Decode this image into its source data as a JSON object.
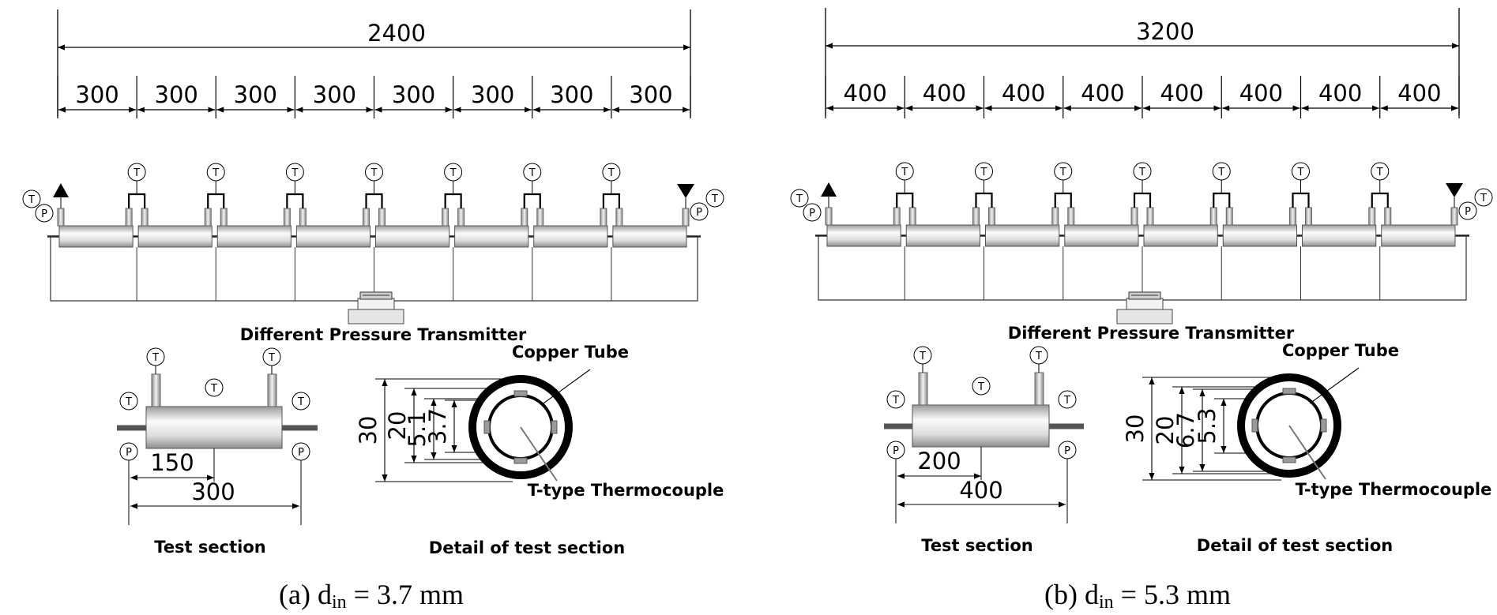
{
  "panels": [
    {
      "total_length": "2400",
      "segment_length": "300",
      "segment_count": 8,
      "dpt_label": "Different Pressure Transmitter",
      "test_section": {
        "title": "Test section",
        "half_length": "150",
        "full_length": "300"
      },
      "detail": {
        "title": "Detail of test section",
        "dims": [
          "30",
          "20",
          "5.1",
          "3.7"
        ],
        "copper_label": "Copper Tube",
        "thermocouple_label": "T-type Thermocouple"
      },
      "caption": {
        "prefix": "(a) d",
        "sub": "in",
        "suffix": " = 3.7 mm"
      }
    },
    {
      "total_length": "3200",
      "segment_length": "400",
      "segment_count": 8,
      "dpt_label": "Different Pressure Transmitter",
      "test_section": {
        "title": "Test section",
        "half_length": "200",
        "full_length": "400"
      },
      "detail": {
        "title": "Detail of test section",
        "dims": [
          "30",
          "20",
          "6.7",
          "5.3"
        ],
        "copper_label": "Copper Tube",
        "thermocouple_label": "T-type Thermocouple"
      },
      "caption": {
        "prefix": "(b) d",
        "sub": "in",
        "suffix": " = 5.3 mm"
      }
    }
  ],
  "sensor_labels": {
    "temperature": "T",
    "pressure": "P"
  },
  "colors": {
    "line": "#000000",
    "tube_light": "#f4f4f4",
    "tube_dark": "#b5b5b5"
  }
}
